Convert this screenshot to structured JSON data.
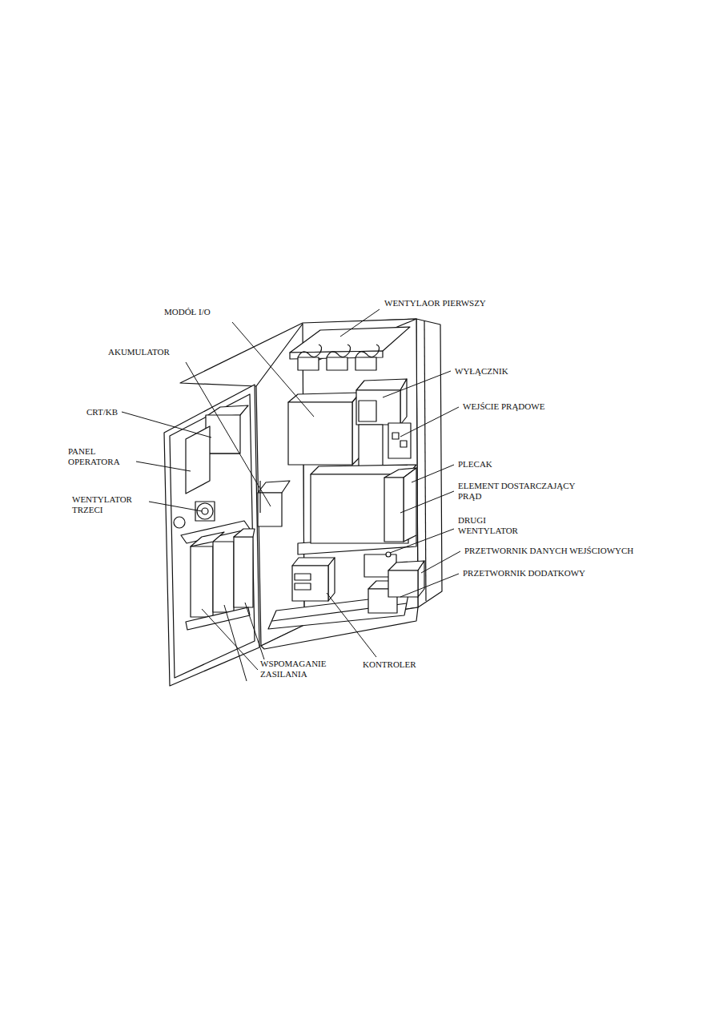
{
  "diagram": {
    "labels": [
      "MODÓŁ I/O",
      "WENTYLAOR PIERWSZY",
      "AKUMULATOR",
      "WYŁĄCZNIK",
      "CRT/KB",
      "WEJŚCIE PRĄDOWE",
      "PANEL OPERATORA",
      "PLECAK",
      "ELEMENT DOSTARCZAJĄCY PRĄD",
      "WENTYLATOR TRZECI",
      "DRUGI WENTYLATOR",
      "PRZETWORNIK DANYCH WEJŚCIOWYCH",
      "PRZETWORNIK DODATKOWY",
      "WSPOMAGANIE ZASILANIA",
      "KONTROLER"
    ]
  }
}
